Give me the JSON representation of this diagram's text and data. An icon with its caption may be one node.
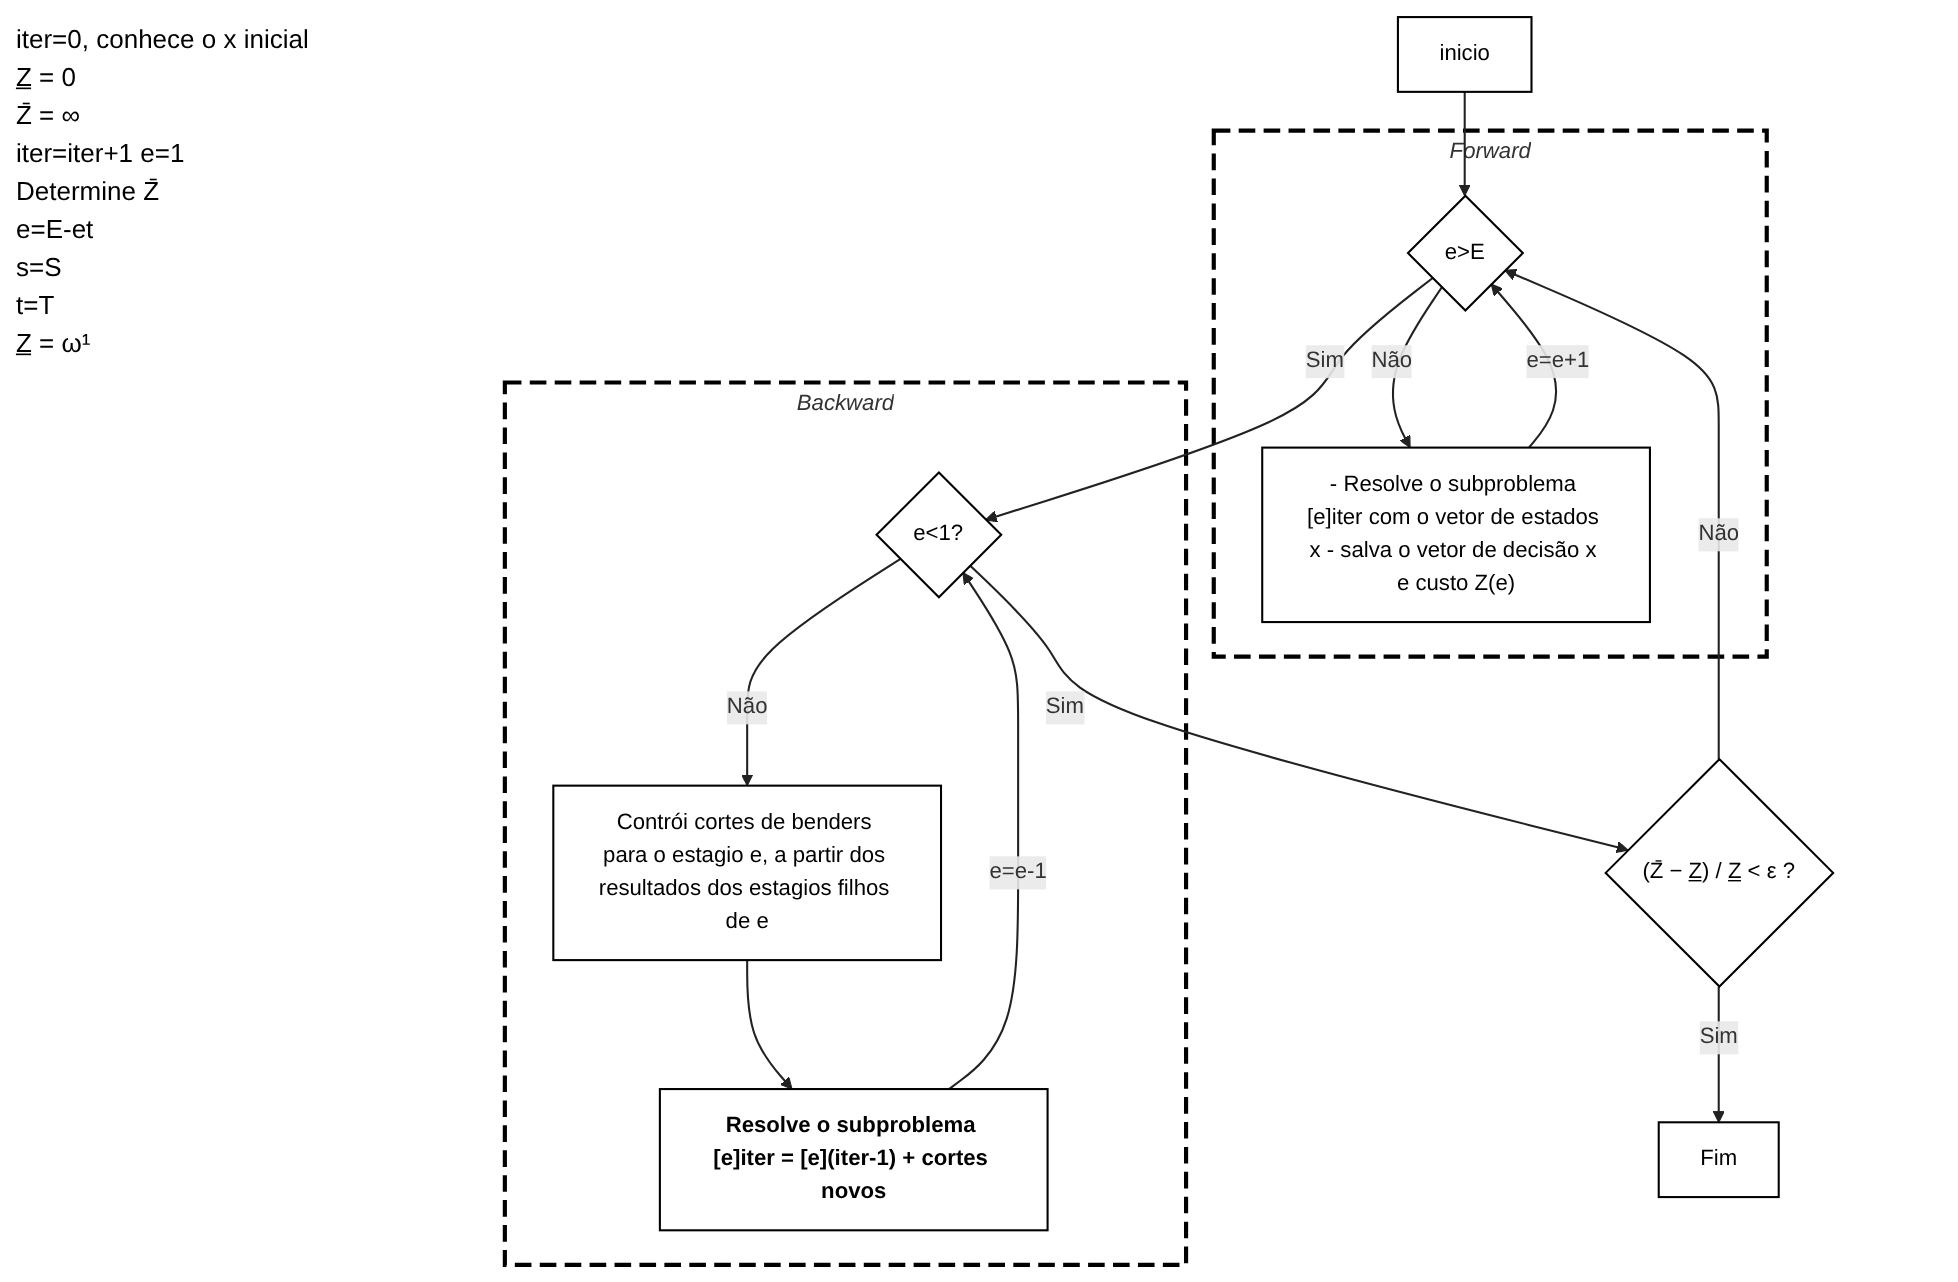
{
  "diagram": {
    "nodes": [
      {
        "text": [
          "inicio"
        ]
      },
      {
        "text": [
          "Forward"
        ]
      },
      {
        "text": [
          "e>E"
        ],
        "in": 1
      },
      {
        "text": [
          "- Resolve o subproblema [e]iter com o vetor de estados x - salva o vetor de decisão x e custo Z(e)"
        ],
        "in": 1
      },
      {
        "text": [
          "Backward"
        ]
      },
      {
        "text": [
          "e<1?"
        ],
        "in": 4
      },
      {
        "text": [
          "Contrói cortes de benders para o estagio e, a partir dos resultados dos estagios filhos de e"
        ],
        "in": 4
      },
      {
        "text": [
          "Resolve o subproblema [e]iter = [e](iter-1) + cortes novos"
        ],
        "in": 4
      },
      {
        "text": [
          "(Z̄ − Z̲) / Z̲ < ε ?"
        ]
      },
      {
        "text": [
          "Fim"
        ]
      }
    ],
    "edges": [
      {
        "from": 0,
        "to": 2,
        "arrow": "to"
      },
      {
        "from": 2,
        "to": 3,
        "arrow": "to",
        "label": "Não"
      },
      {
        "from": 3,
        "to": 2,
        "arrow": "to",
        "label": "e=e+1"
      },
      {
        "from": 2,
        "to": 5,
        "arrow": "to",
        "label": "Sim"
      },
      {
        "from": 5,
        "to": 6,
        "arrow": "to",
        "label": "Não"
      },
      {
        "from": 6,
        "to": 7,
        "arrow": "to"
      },
      {
        "from": 7,
        "to": 5,
        "arrow": "to",
        "label": "e=e-1"
      },
      {
        "from": 5,
        "to": 8,
        "arrow": "to",
        "label": "Sim"
      },
      {
        "from": 8,
        "to": 2,
        "arrow": "to",
        "label": "Não"
      },
      {
        "from": 8,
        "to": 9,
        "arrow": "to",
        "label": "Sim"
      }
    ],
    "labels": [
      "iter=0, conhece o x inicial",
      "Z̲ = 0",
      "Z̄ = ∞",
      "iter=iter+1 e=1",
      "Determine Z̄",
      "e=E-et",
      "s=S",
      "t=T",
      "Z̲ = ω¹"
    ]
  }
}
